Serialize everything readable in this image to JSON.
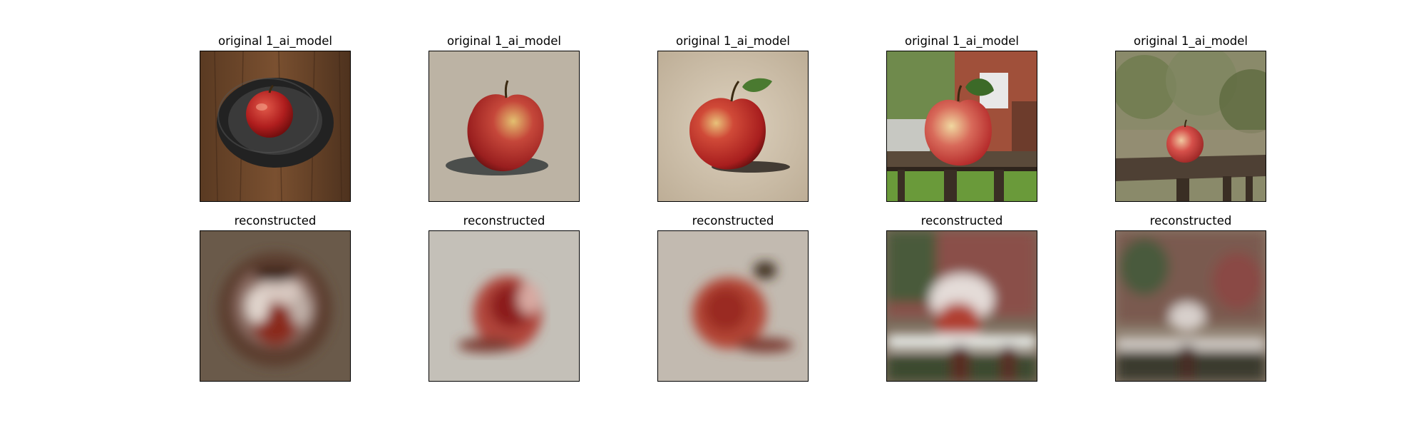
{
  "panels": [
    {
      "title": "original 1_ai_model",
      "subject": "red apple on black plate, wooden table"
    },
    {
      "title": "original 1_ai_model",
      "subject": "red apple illustration, beige background"
    },
    {
      "title": "original 1_ai_model",
      "subject": "red apple with leaf, beige background"
    },
    {
      "title": "original 1_ai_model",
      "subject": "apple on wooden railing, house background"
    },
    {
      "title": "original 1_ai_model",
      "subject": "small apple on wooden railing, blurred trees"
    }
  ],
  "reconstructed": [
    {
      "title": "reconstructed"
    },
    {
      "title": "reconstructed"
    },
    {
      "title": "reconstructed"
    },
    {
      "title": "reconstructed"
    },
    {
      "title": "reconstructed"
    }
  ]
}
